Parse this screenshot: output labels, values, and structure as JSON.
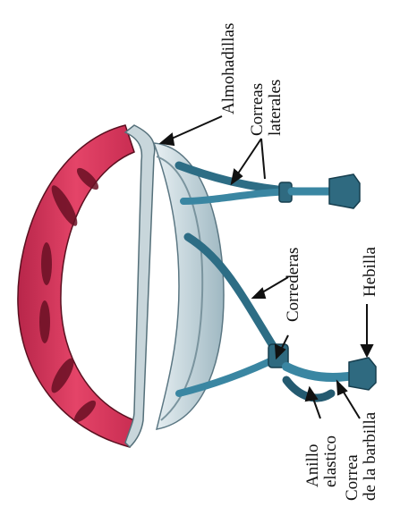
{
  "labels": {
    "almohadillas": "Almohadillas",
    "correas_laterales_1": "Correas",
    "correas_laterales_2": "laterales",
    "correderas": "Correderas",
    "hebilla": "Hebilla",
    "anillo_1": "Anillo",
    "anillo_2": "elastico",
    "correa_barbilla_1": "Correa",
    "correa_barbilla_2": "de la barbilla"
  },
  "colors": {
    "shell": "#d8345a",
    "shell_dark": "#a81f3e",
    "liner": "#b9cfd6",
    "liner_dark": "#7f9aa5",
    "strap": "#3e7f97",
    "strap_dark": "#245a70",
    "buckle": "#2f6a80"
  }
}
